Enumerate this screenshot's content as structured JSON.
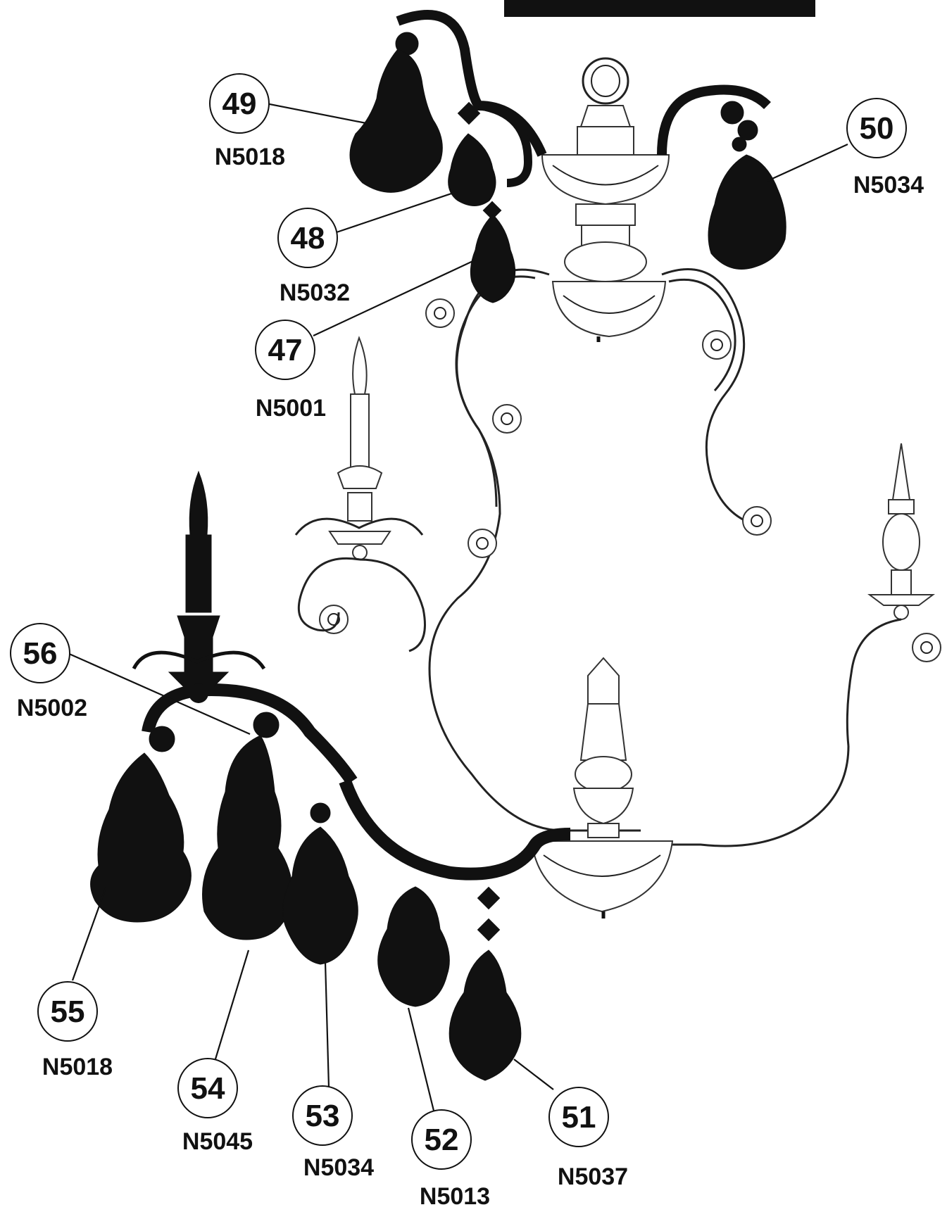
{
  "callouts": [
    {
      "number": "49",
      "code": "N5018"
    },
    {
      "number": "48",
      "code": "N5032"
    },
    {
      "number": "47",
      "code": "N5001"
    },
    {
      "number": "50",
      "code": "N5034"
    },
    {
      "number": "56",
      "code": "N5002"
    },
    {
      "number": "55",
      "code": "N5018"
    },
    {
      "number": "54",
      "code": "N5045"
    },
    {
      "number": "53",
      "code": "N5034"
    },
    {
      "number": "52",
      "code": "N5013"
    },
    {
      "number": "51",
      "code": "N5037"
    }
  ],
  "colors": {
    "ink": "#111111",
    "paper": "#ffffff"
  }
}
